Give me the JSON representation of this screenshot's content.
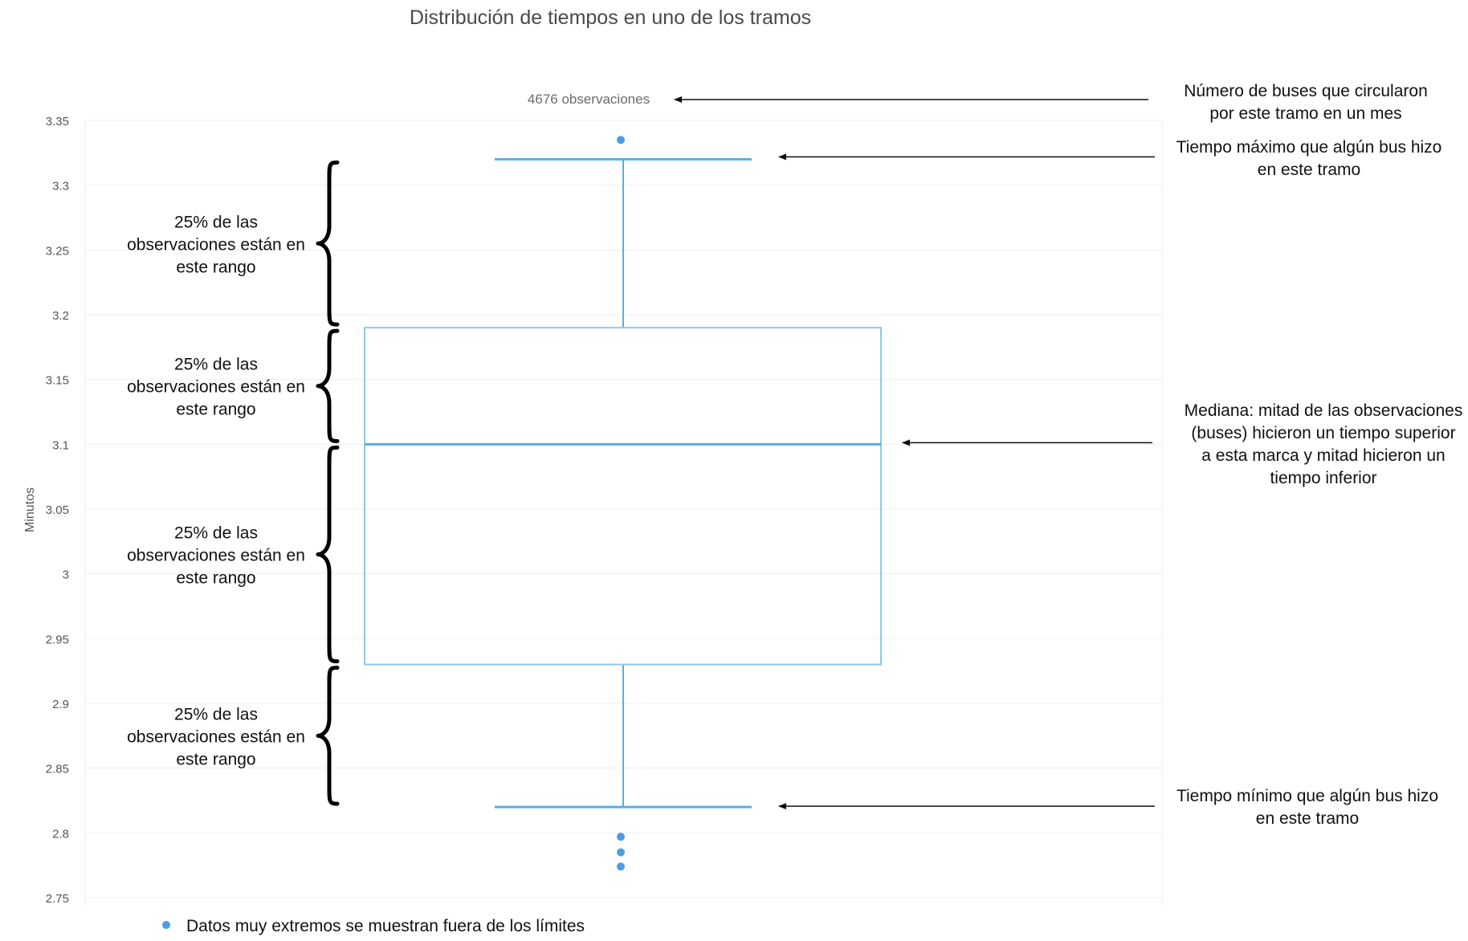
{
  "chart_data": {
    "type": "box",
    "title": "Distribución de tiempos en uno de los tramos",
    "ylabel": "Minutos",
    "xlabel": "",
    "ylim": [
      2.75,
      3.35
    ],
    "yticks": [
      2.75,
      2.8,
      2.85,
      2.9,
      2.95,
      3,
      3.05,
      3.1,
      3.15,
      3.2,
      3.25,
      3.3,
      3.35
    ],
    "ytick_labels": [
      "2.75",
      "2.8",
      "2.85",
      "2.9",
      "2.95",
      "3",
      "3.05",
      "3.1",
      "3.15",
      "3.2",
      "3.25",
      "3.3",
      "3.35"
    ],
    "grid": true,
    "observations_label": "4676 observaciones",
    "box": {
      "whisker_low": 2.82,
      "q1": 2.93,
      "median": 3.1,
      "q3": 3.19,
      "whisker_high": 3.32
    },
    "outliers": [
      3.335,
      2.797,
      2.785,
      2.774
    ],
    "legend": {
      "label": "Datos muy extremos se muestran fuera de los límites",
      "placement": "bottom-left"
    },
    "colors": {
      "box_stroke": "#8fc8ea",
      "whisker": "#5aaee0",
      "median": "#5aaee0",
      "outlier": "#4a9ee8",
      "grid": "#efefef",
      "tick_text": "#555555",
      "title_text": "#4a4a4a",
      "annotation_text": "#111111"
    }
  },
  "annotations": {
    "range_note": [
      "25% de las",
      "observaciones están en",
      "este rango"
    ],
    "right": {
      "observations": [
        "Número de buses que circularon",
        "por este tramo en un mes"
      ],
      "max": [
        "Tiempo máximo que algún bus hizo",
        "en este tramo"
      ],
      "median": [
        "Mediana: mitad de las observaciones",
        "(buses) hicieron un tiempo superior",
        "a esta marca y mitad hicieron un",
        "tiempo inferior"
      ],
      "min": [
        "Tiempo mínimo que algún bus hizo",
        "en este tramo"
      ]
    }
  }
}
